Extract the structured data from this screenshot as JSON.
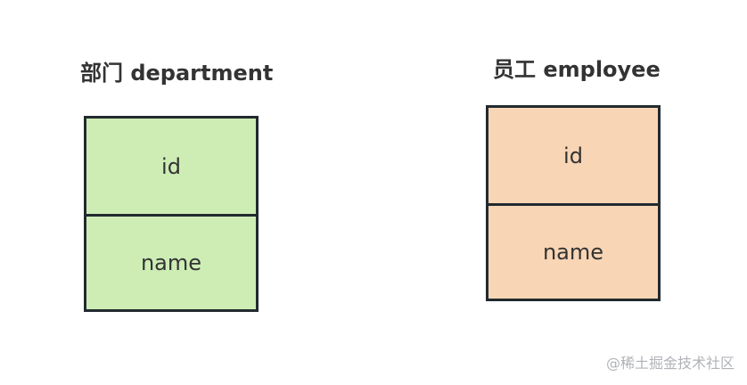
{
  "colors": {
    "department_fill": "#cdedb5",
    "employee_fill": "#f8d5b5",
    "border": "#222a2f",
    "text": "#333333",
    "watermark": "#b0b3b8"
  },
  "department": {
    "title": "部门 department",
    "fields": [
      "id",
      "name"
    ]
  },
  "employee": {
    "title": "员工 employee",
    "fields": [
      "id",
      "name"
    ]
  },
  "watermark": "@稀土掘金技术社区"
}
